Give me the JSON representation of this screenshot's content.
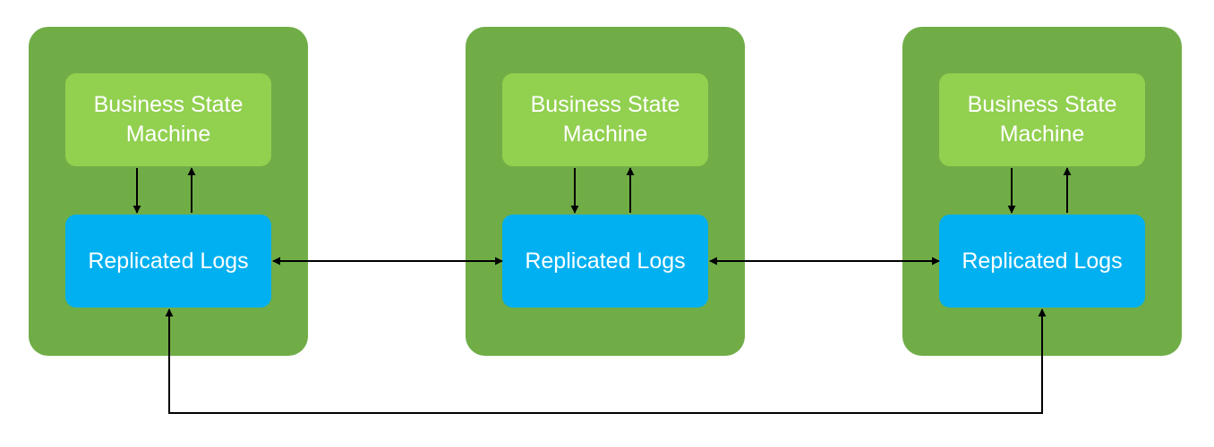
{
  "nodes": [
    {
      "state_machine_label": "Business State\nMachine",
      "log_label": "Replicated Logs"
    },
    {
      "state_machine_label": "Business State\nMachine",
      "log_label": "Replicated Logs"
    },
    {
      "state_machine_label": "Business State\nMachine",
      "log_label": "Replicated Logs"
    }
  ],
  "colors": {
    "node_background": "#70ad47",
    "state_machine_background": "#92d050",
    "log_background": "#00b0f0",
    "text": "#ffffff",
    "connector": "#000000"
  }
}
